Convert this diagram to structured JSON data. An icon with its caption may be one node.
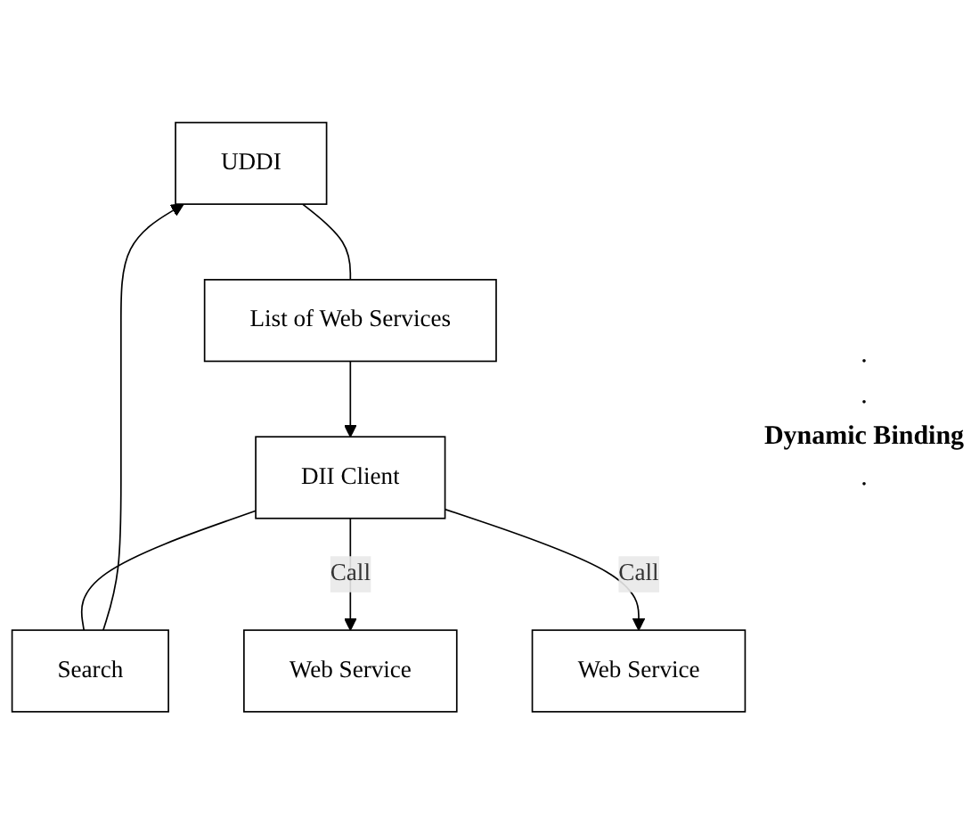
{
  "diagram": {
    "nodes": [
      {
        "text": [
          "UDDI"
        ]
      },
      {
        "text": [
          "Search"
        ]
      },
      {
        "text": [
          "List of Web Services"
        ]
      },
      {
        "text": [
          "DII Client"
        ]
      },
      {
        "text": [
          "Web Service"
        ]
      },
      {
        "text": [
          "Web Service"
        ]
      }
    ],
    "edges": [
      {
        "from": 3,
        "to": 1,
        "arrow": "none"
      },
      {
        "from": 1,
        "to": 0,
        "arrow": "to"
      },
      {
        "from": 0,
        "to": 2,
        "arrow": "none"
      },
      {
        "from": 2,
        "to": 3,
        "arrow": "to"
      },
      {
        "from": 3,
        "to": 4,
        "arrow": "to",
        "label": "Call"
      },
      {
        "from": 3,
        "to": 5,
        "arrow": "to",
        "label": "Call"
      }
    ],
    "labels": [
      ".",
      ".",
      "Dynamic Binding",
      "."
    ]
  }
}
